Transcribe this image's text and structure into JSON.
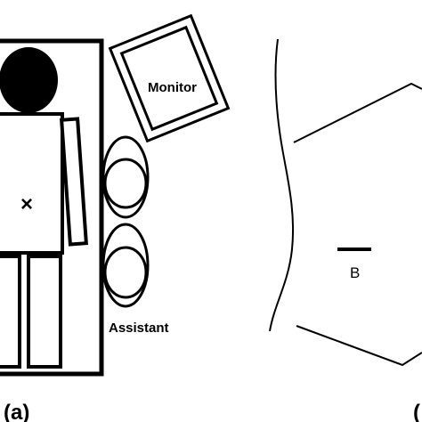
{
  "panel_a": {
    "monitor_label": "Monitor",
    "assistant_label": "Assistant",
    "marker_symbol": "×",
    "caption": "(a)"
  },
  "panel_b": {
    "point_label": "B",
    "caption": "("
  },
  "colors": {
    "ink": "#000000",
    "background": "#ffffff"
  }
}
